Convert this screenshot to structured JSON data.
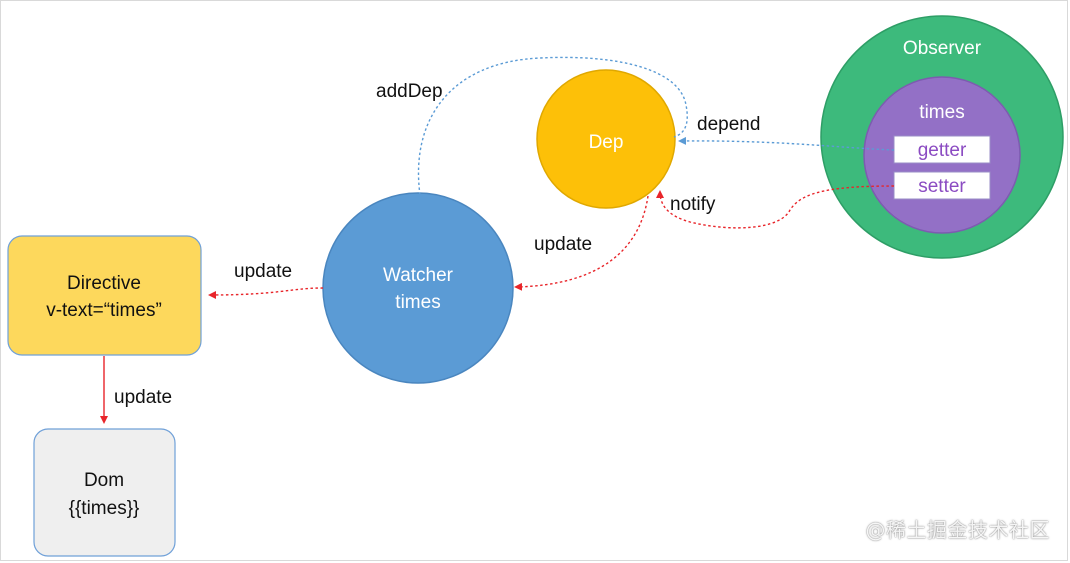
{
  "nodes": {
    "observer": {
      "label": "Observer",
      "color": "#3DBA7C"
    },
    "times": {
      "label": "times",
      "color": "#9370C6"
    },
    "getter": {
      "label": "getter",
      "text_color": "#8B4BC2"
    },
    "setter": {
      "label": "setter",
      "text_color": "#8B4BC2"
    },
    "dep": {
      "label": "Dep",
      "color": "#FDC008"
    },
    "watcher": {
      "line1": "Watcher",
      "line2": "times",
      "color": "#5B9BD5"
    },
    "directive": {
      "line1": "Directive",
      "line2": "v-text=“times”",
      "color": "#FDD85C"
    },
    "dom": {
      "line1": "Dom",
      "line2": "{{times}}",
      "color": "#EFEFEF"
    }
  },
  "edges": {
    "addDep": "addDep",
    "depend": "depend",
    "notify": "notify",
    "dep_to_watcher": "update",
    "watcher_to_directive": "update",
    "directive_to_dom": "update"
  },
  "colors": {
    "blue_edge": "#5B9BD5",
    "red_edge": "#E8252A",
    "box_border": "#6FA0D8"
  },
  "watermark": "@稀土掘金技术社区"
}
